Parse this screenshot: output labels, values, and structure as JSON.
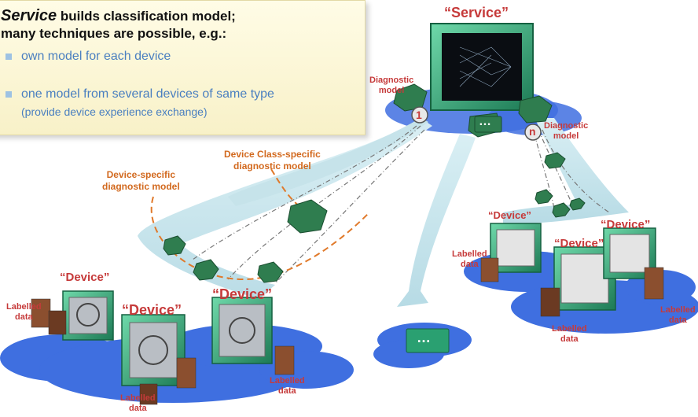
{
  "callout": {
    "title_service": "Service",
    "title_rest": " builds classification model;",
    "title_line2": "many techniques are possible, e.g.:",
    "items": [
      "own model for each device",
      "one model from several devices of same type"
    ],
    "subnote": "(provide device experience exchange)"
  },
  "service": {
    "label": "“Service”"
  },
  "labels": {
    "diag_model_left": [
      "Diagnostic",
      "model"
    ],
    "diag_model_right": [
      "Diagnostic",
      "model"
    ],
    "badge_one": "1",
    "badge_n": "n",
    "badge_dots": "…",
    "device_class_model": [
      "Device Class-specific",
      "diagnostic model"
    ],
    "device_specific_model": [
      "Device-specific",
      "diagnostic model"
    ],
    "devices": [
      "“Device”",
      "“Device”",
      "“Device”",
      "“Device”",
      "“Device”",
      "“Device”"
    ],
    "labelled_data": [
      "Labelled",
      "data"
    ],
    "placeholder": "…"
  },
  "colors": {
    "callout_bg": "#fbf6d8",
    "quote_red": "#c63a3a",
    "model_orange": "#d2691e",
    "bullet_blue": "#4a7fc0",
    "cloud_blue": "#3f6fe0",
    "beam": "#d6ecf1",
    "board_green": "#2f7d4f",
    "frame_green": "#2aa071"
  }
}
